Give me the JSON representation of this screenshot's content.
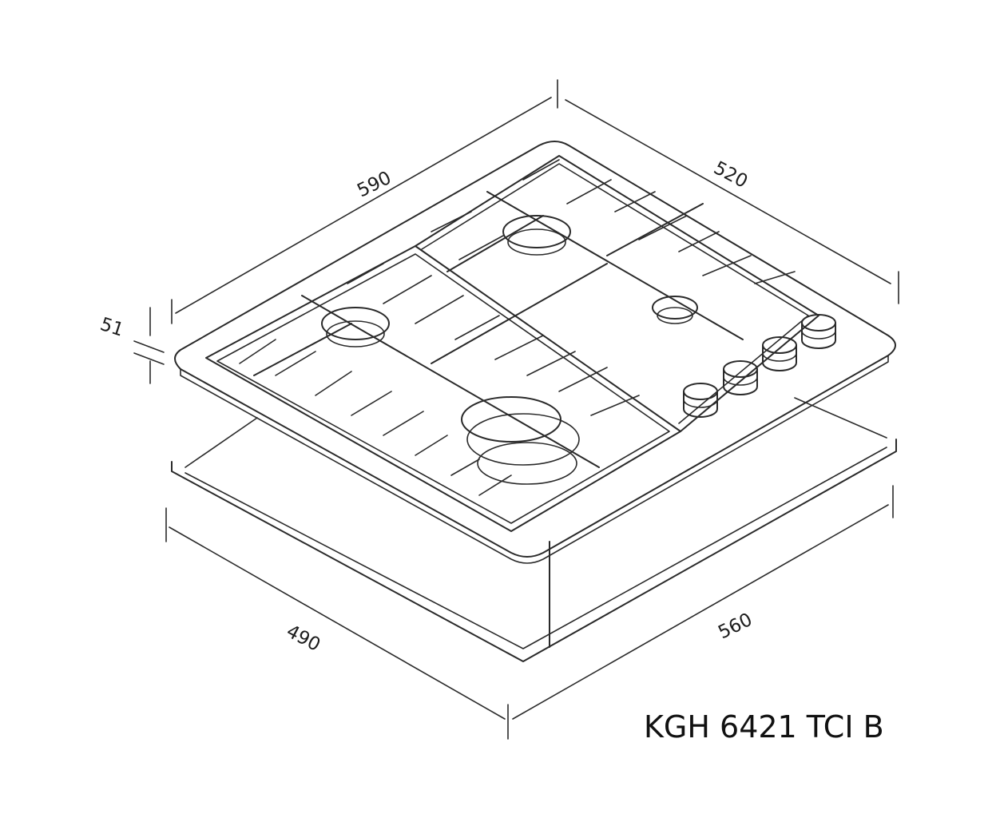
{
  "dimensions": {
    "top_left_width": "590",
    "top_right_depth": "520",
    "height": "51",
    "cutout_depth": "490",
    "cutout_width": "560"
  },
  "model": "KGH 6421 TCI B",
  "colors": {
    "line": "#2a2a2a",
    "background": "#ffffff"
  }
}
